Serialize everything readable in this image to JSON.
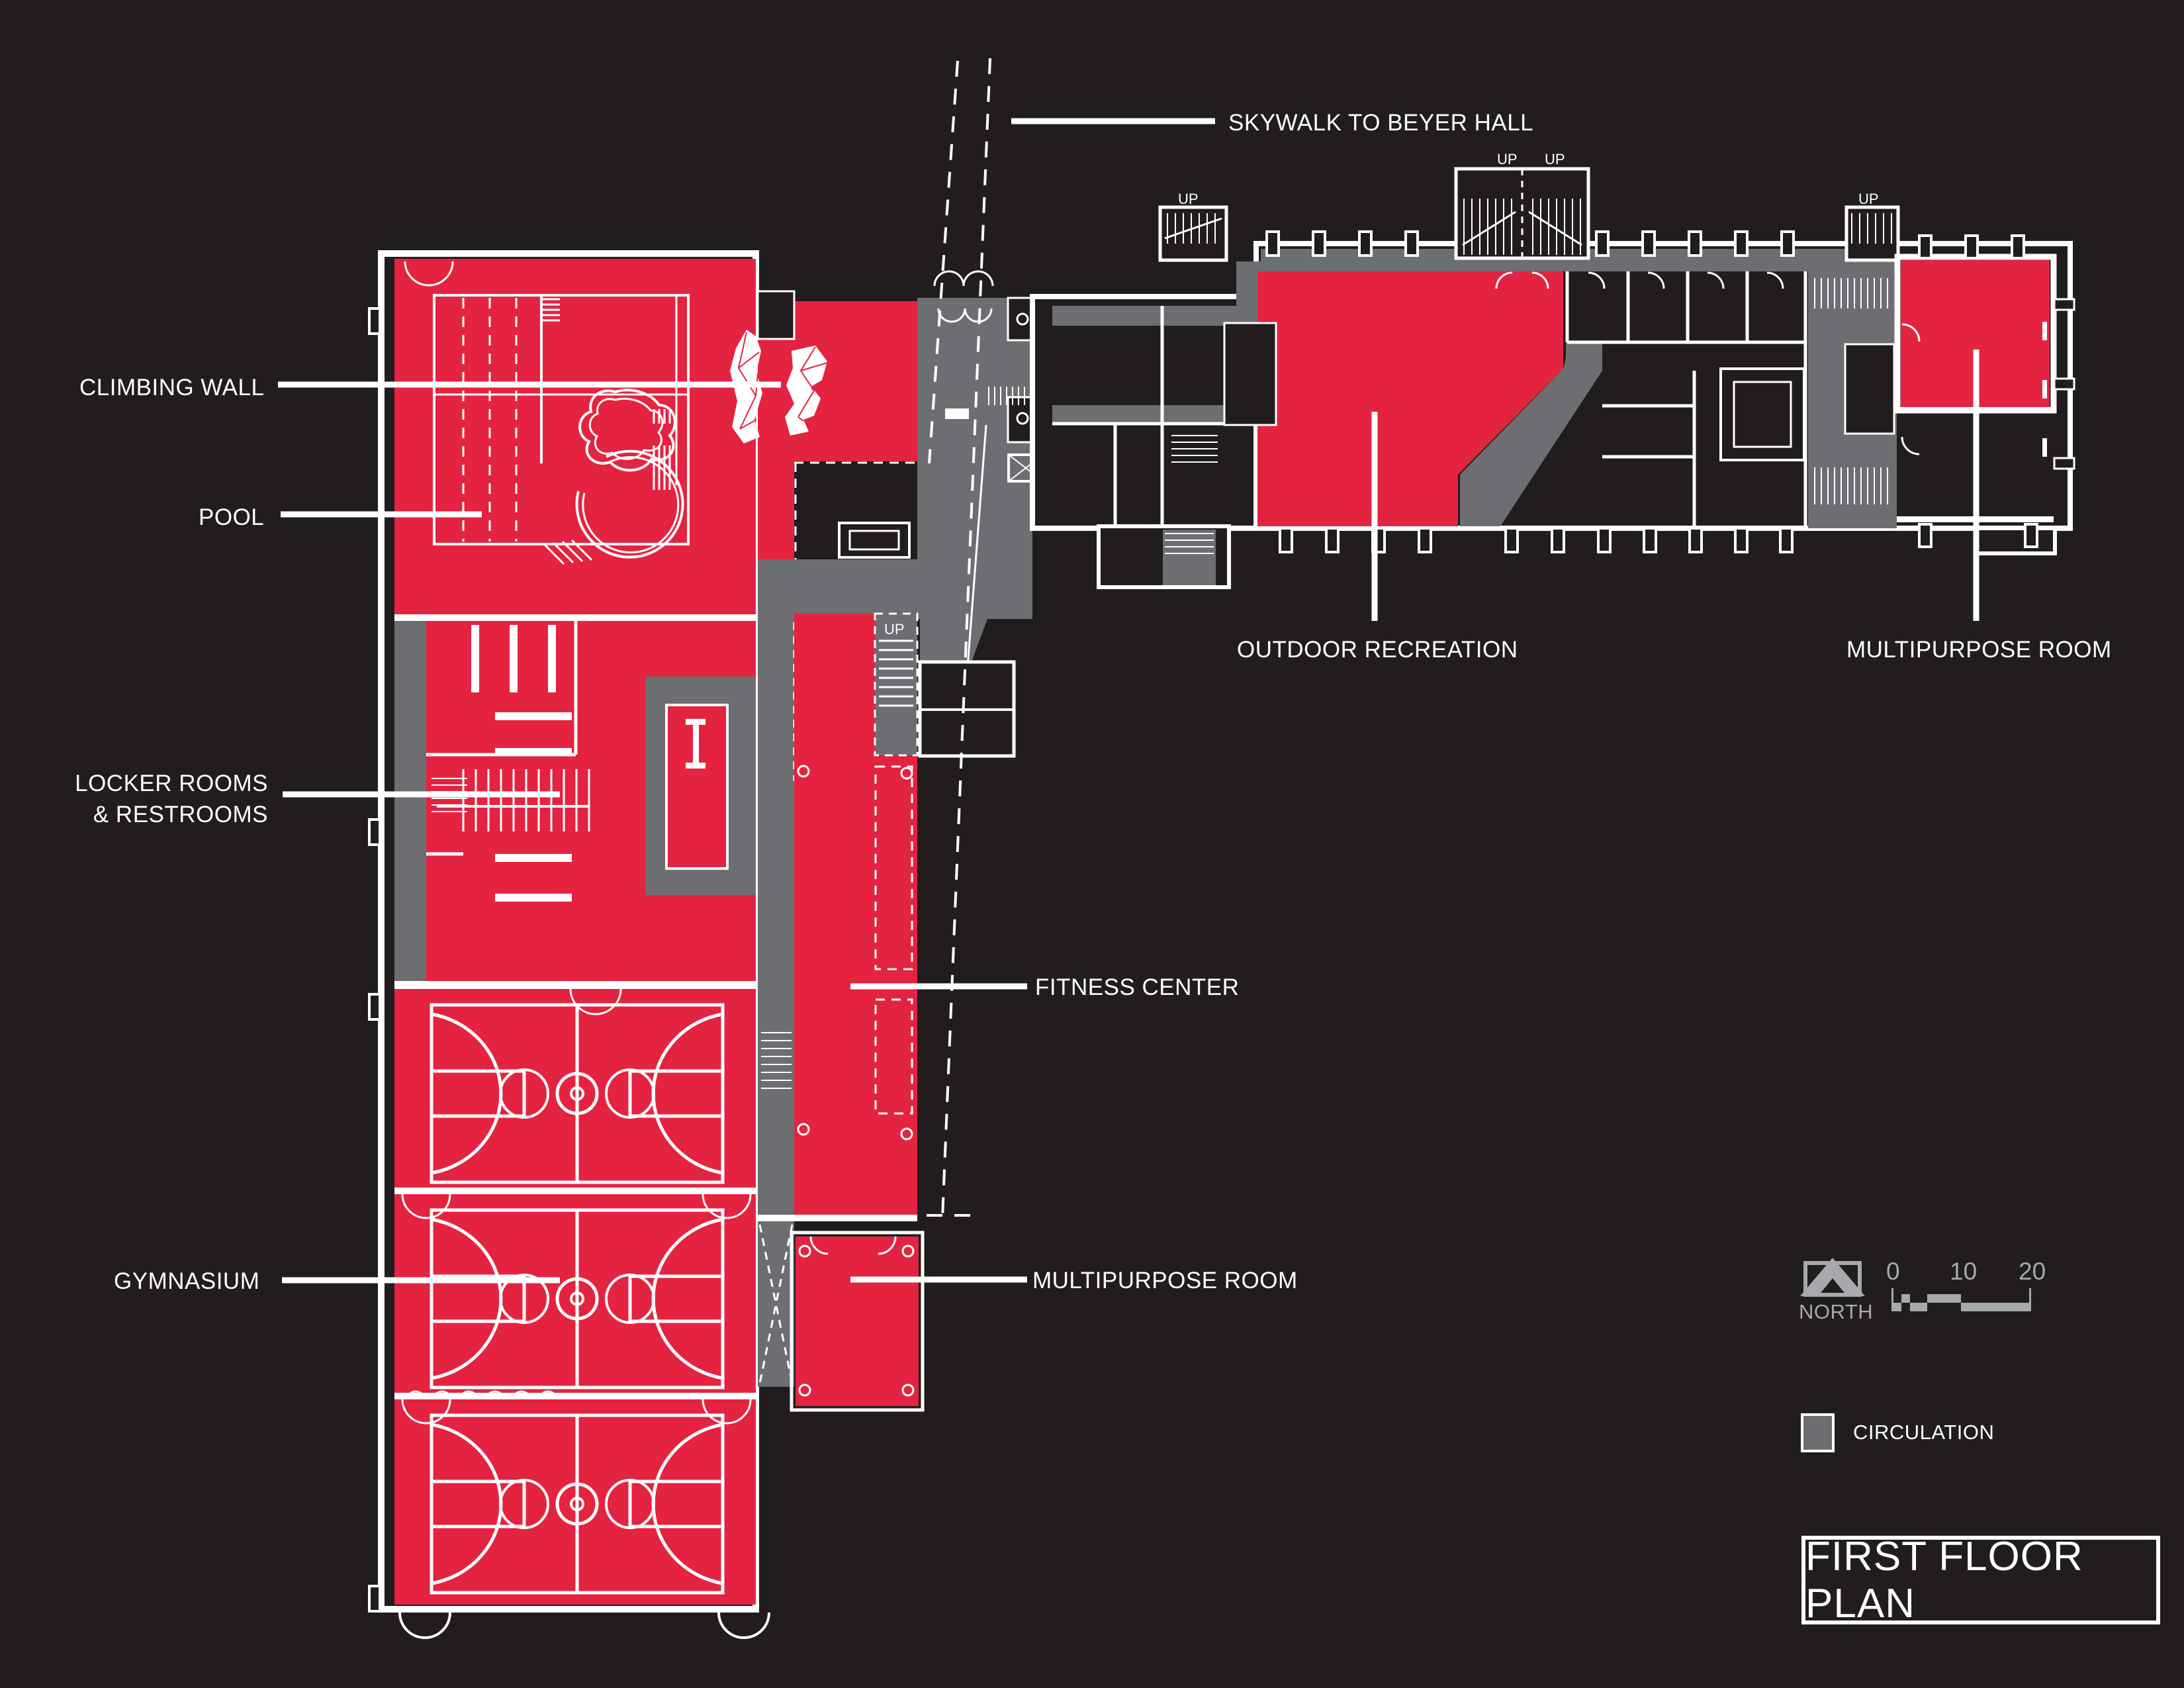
{
  "title": "FIRST FLOOR PLAN",
  "labels": {
    "skywalk": "SKYWALK TO BEYER HALL",
    "climbing_wall": "CLIMBING WALL",
    "pool": "POOL",
    "locker_line1": "LOCKER ROOMS",
    "locker_line2": "& RESTROOMS",
    "gymnasium": "GYMNASIUM",
    "fitness_center": "FITNESS CENTER",
    "multipurpose_bottom": "MULTIPURPOSE ROOM",
    "outdoor_recreation": "OUTDOOR RECREATION",
    "multipurpose_right": "MULTIPURPOSE ROOM"
  },
  "legend": {
    "circulation": "CIRCULATION",
    "north": "NORTH",
    "scale_ticks": [
      "0",
      "10",
      "20"
    ]
  },
  "plan_text": {
    "up": "UP"
  },
  "colors": {
    "background": "#211d1e",
    "program_red": "#e42340",
    "circulation_gray": "#6d6e71",
    "legend_gray": "#a7a9ac",
    "line_white": "#ffffff"
  }
}
